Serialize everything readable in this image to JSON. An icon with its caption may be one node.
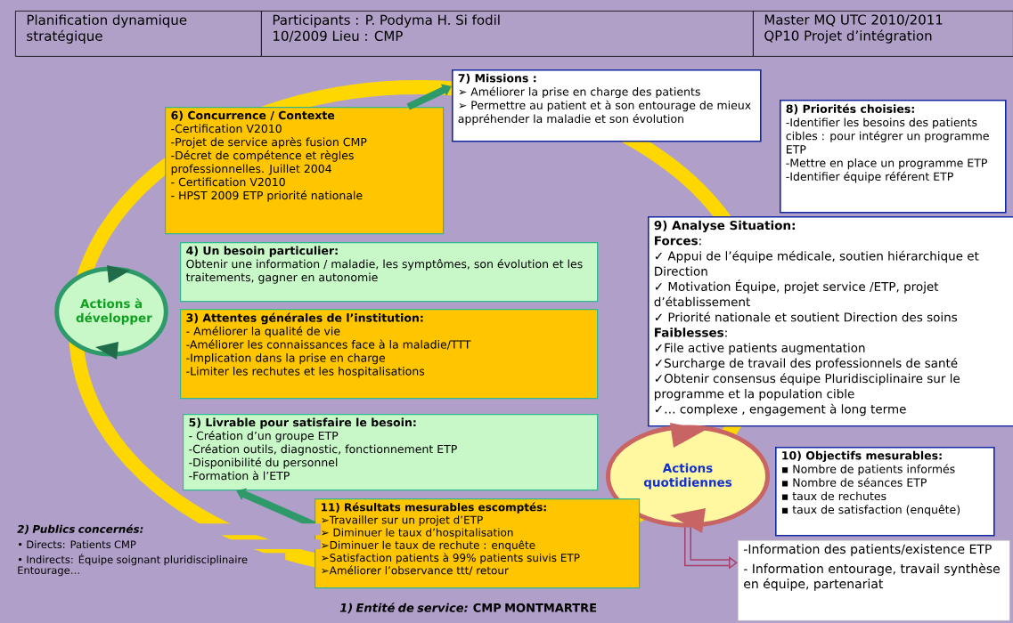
{
  "diagram": {
    "nodes": [
      {
        "text": [
          "Planification dynamique stratégique"
        ]
      },
      {
        "text": [
          "Participants : P. Podyma  H. Si fodil",
          "10/2009   Lieu : CMP"
        ]
      },
      {
        "text": [
          "Master MQ UTC 2010/2011",
          "QP10 Projet d’intégration"
        ]
      },
      {
        "text": [
          "6)  Concurrence / Contexte",
          "-Certification V2010",
          "-Projet de service après fusion CMP",
          "-Décret de compétence et règles professionnelles. Juillet 2004",
          "-  Certification V2010",
          "-  HPST 2009 ETP priorité nationale"
        ]
      },
      {
        "text": [
          "7) Missions :",
          "➢ Améliorer la prise en charge des patients",
          "➢ Permettre au patient et à son entourage de mieux appréhender la maladie et son évolution"
        ]
      },
      {
        "text": [
          "8) Priorités choisies:",
          "-Identifier les besoins des patients cibles : pour intégrer un programme ETP",
          "-Mettre en place un programme ETP",
          "-Identifier équipe référent ETP"
        ]
      },
      {
        "text": [
          "Actions à développer"
        ]
      },
      {
        "text": [
          "4) Un besoin particulier:",
          "Obtenir une information / maladie, les symptômes, son évolution et les traitements, gagner en autonomie"
        ]
      },
      {
        "text": [
          "3) Attentes générales de l’institution:",
          "- Améliorer la qualité de vie",
          "-Améliorer les connaissances face à la maladie/TTT",
          "-Implication dans la prise en charge",
          "-Limiter les rechutes et les hospitalisations"
        ]
      },
      {
        "text": [
          "9) Analyse Situation:",
          "**Forces**:",
          "✓ Appui de l’équipe médicale, soutien hiérarchique et Direction",
          "✓ Motivation Équipe, projet service /ETP, projet d’établissement",
          "✓ Priorité nationale et  soutient Direction des soins",
          "**Faiblesses**:",
          "✓File active patients augmentation",
          "✓Surcharge de travail des professionnels de santé",
          "✓Obtenir consensus équipe Pluridisciplinaire sur le programme et la population cible",
          "✓… complexe , engagement à long terme"
        ]
      },
      {
        "text": [
          "5) Livrable pour satisfaire le besoin:",
          "- Création d’un groupe ETP",
          "-Création outils, diagnostic, fonctionnement ETP",
          "-Disponibilité du personnel",
          "-Formation à l’ETP"
        ]
      },
      {
        "text": [
          "Actions quotidiennes"
        ]
      },
      {
        "text": [
          "10) Objectifs mesurables:",
          "▪ Nombre de patients informés",
          "▪ Nombre de séances ETP",
          "▪ taux de rechutes",
          "▪ taux de satisfaction (enquête)"
        ]
      },
      {
        "text": [
          "11) Résultats mesurables escomptés:",
          "➢Travailler sur un projet d’ETP",
          "➢ Diminuer le taux d’hospitalisation",
          "➢Diminuer le taux de rechute : enquête",
          "➢Satisfaction patients à 99% patients suivis ETP",
          "➢Améliorer l’observance ttt/ retour"
        ]
      },
      {
        "text": [
          "-Information des patients/existence ETP",
          "- Information entourage, travail synthèse en équipe, partenariat"
        ]
      }
    ],
    "edges": [
      {
        "from": 3,
        "to": 4,
        "arrow": "to",
        "color": "#2e9a6a"
      },
      {
        "from": 13,
        "to": 10,
        "arrow": "to",
        "color": "#2e9a6a"
      },
      {
        "from": 11,
        "to": 14,
        "arrow": "to",
        "color": "#a8406c"
      }
    ],
    "labels": [
      "2) Publics concernés:",
      "• Directs: Patients CMP",
      "• Indirects: Équipe soignant pluridisciplinaire Entourage…",
      "*1) Entité de service:* CMP MONTMARTRE"
    ]
  }
}
